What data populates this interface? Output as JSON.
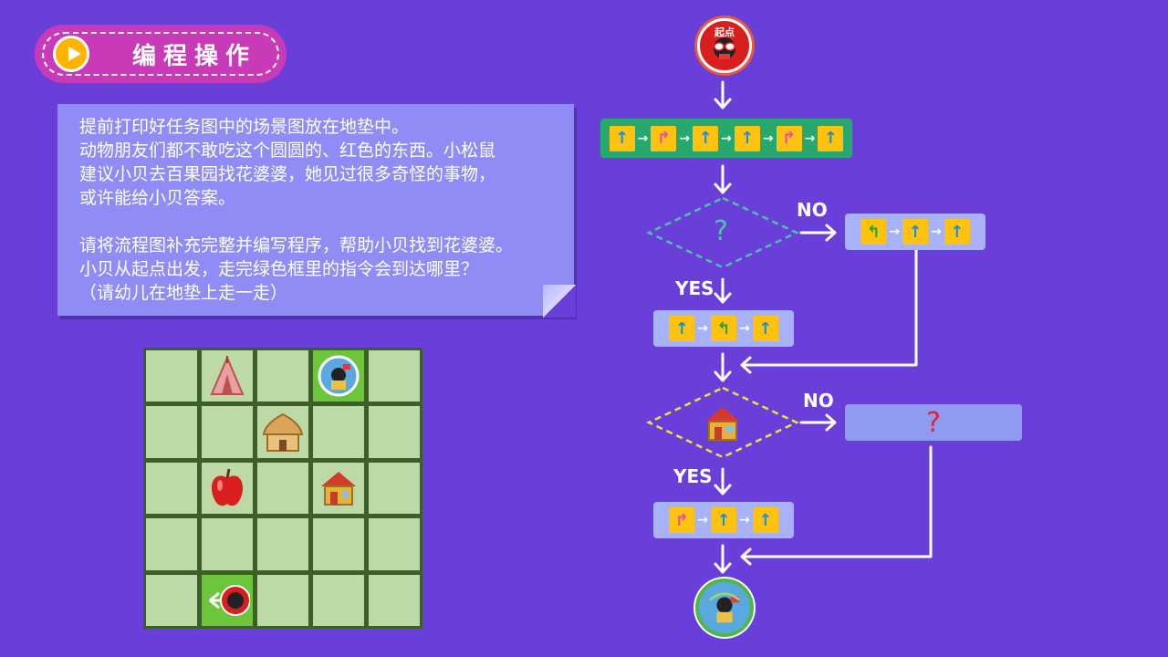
{
  "title": "编程操作",
  "note": {
    "lines": [
      "提前打印好任务图中的场景图放在地垫中。",
      "动物朋友们都不敢吃这个圆圆的、红色的东西。小松鼠",
      "建议小贝去百果园找花婆婆，她见过很多奇怪的事物，",
      "或许能给小贝答案。",
      "",
      "请将流程图补充完整并编写程序，帮助小贝找到花婆婆。",
      "小贝从起点出发，走完绿色框里的指令会到达哪里？",
      "（请幼儿在地垫上走一走）"
    ]
  },
  "flow": {
    "start_label": "起点",
    "no1": "NO",
    "no2": "NO",
    "yes1": "YES",
    "yes2": "YES",
    "question1": "?",
    "question2": "?",
    "icons": {
      "up": "↑",
      "right": "↱",
      "left": "↰",
      "flow_arrow": "→"
    }
  },
  "colors": {
    "background": "#6a3fd9",
    "title_pill": "#c93ab8",
    "note": "#8f8df5",
    "start_block": "#27a86c",
    "tile": "#ffc20e"
  }
}
